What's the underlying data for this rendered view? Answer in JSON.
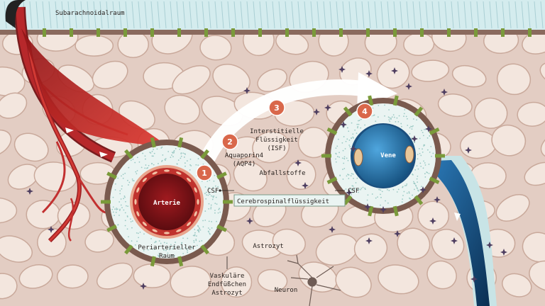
{
  "labels": {
    "subarachnoid": "Subarachnoidalraum",
    "interstitial_1": "Interstitielle",
    "interstitial_2": "Flüssigkeit",
    "interstitial_3": "(ISF)",
    "aquaporin_1": "Aquaporin4",
    "aquaporin_2": "(AQP4)",
    "waste": "Abfallstoffe",
    "csf_left": "CSF",
    "csf_right": "CSF",
    "csf_full": "Cerebrospinalflüssigkeit",
    "artery": "Arterie",
    "vein": "Vene",
    "periarterial_1": "Periarterieller",
    "periarterial_2": "Raum",
    "astrocyte": "Astrozyt",
    "endfeet_1": "Vaskuläre",
    "endfeet_2": "Endfüßchen",
    "endfeet_3": "Astrozyt",
    "neuron": "Neuron"
  },
  "steps": [
    "1",
    "2",
    "3",
    "4"
  ],
  "colors": {
    "tissue": "#e8d5cc",
    "tissue_cell": "#f3e6de",
    "subarachnoid": "#d7eef0",
    "artery": "#c0282a",
    "vein": "#2e86c8",
    "perivascular": "#e9f3f1",
    "endfoot": "#7a9a3a",
    "step_badge": "#d9684b",
    "waste_star": "#5a4a6a"
  }
}
